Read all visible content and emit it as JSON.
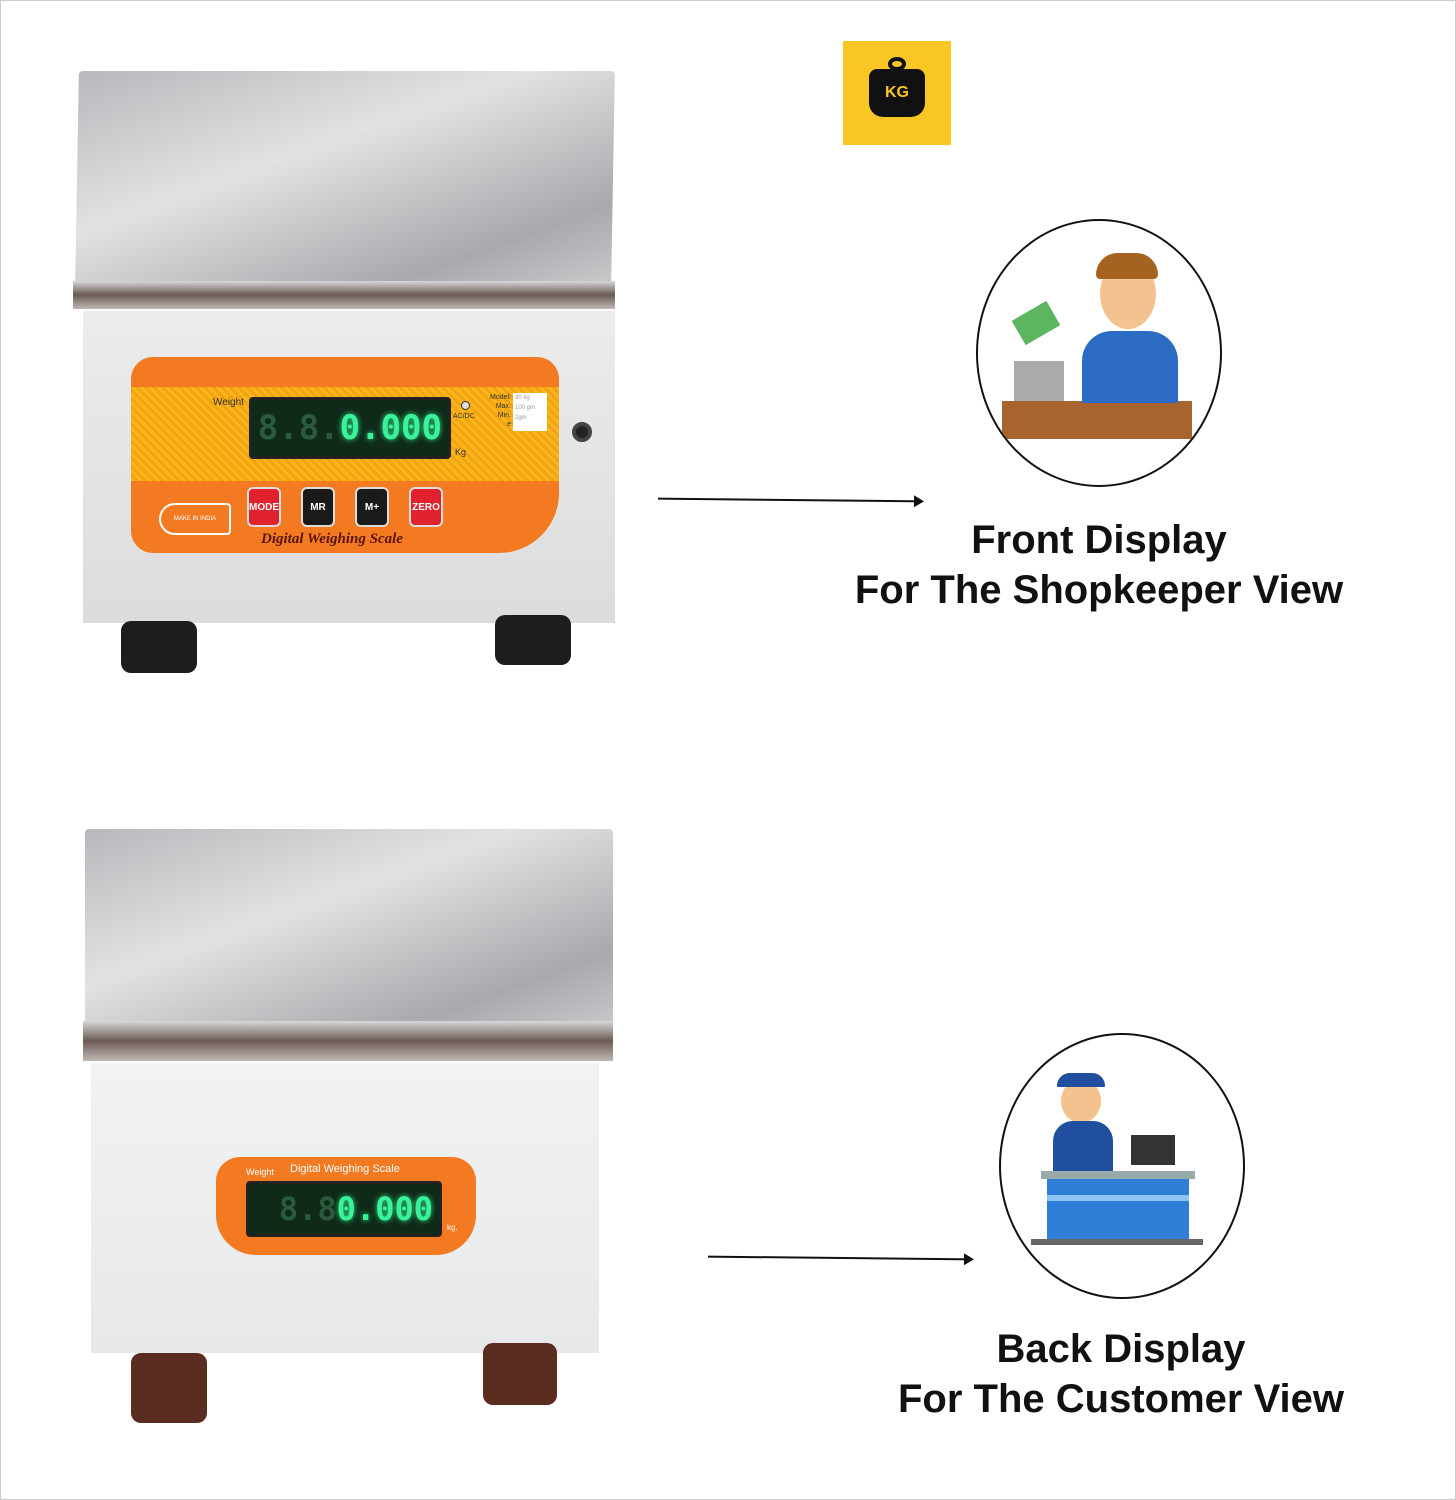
{
  "logo": {
    "text": "KG",
    "icon": "weight-kg-icon",
    "color": "#f9c623"
  },
  "front_scale": {
    "panel_title": "Digital Weighing Scale",
    "weight_label": "Weight",
    "display_dim": "8.8.",
    "display_value": "0.000",
    "unit": "Kg",
    "power_label": "AC/DC",
    "spec_labels": [
      "Model:",
      "Max.",
      "Min.",
      "e"
    ],
    "spec_values": [
      "30 kg",
      "100 gm",
      "2gm"
    ],
    "buttons": [
      "MODE",
      "MR",
      "M+",
      "ZERO"
    ],
    "brand": "MAKE IN INDIA"
  },
  "back_scale": {
    "panel_title": "Digital Weighing Scale",
    "weight_label": "Weight",
    "display_dim": "8.8",
    "display_value": "0.000",
    "unit": "kg."
  },
  "front_caption": {
    "line1": "Front Display",
    "line2": "For The Shopkeeper View"
  },
  "back_caption": {
    "line1": "Back Display",
    "line2": "For The Customer View"
  }
}
